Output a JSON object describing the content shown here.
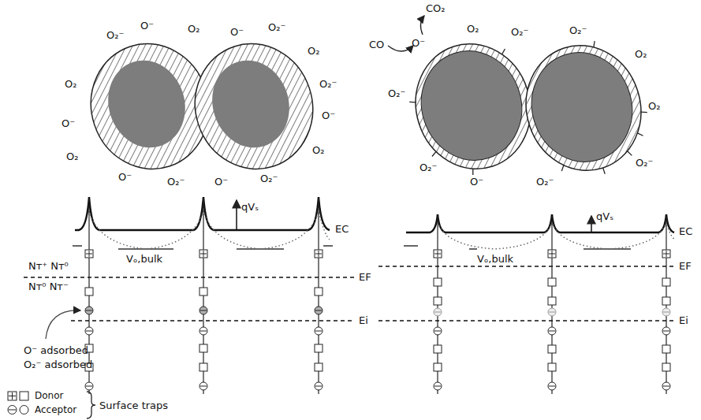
{
  "diagram": {
    "labels": [
      "O₂⁻",
      "O⁻",
      "O₂",
      "O⁻",
      "O₂⁻",
      "O₂",
      "O₂⁻",
      "O⁻",
      "O₂",
      "O₂⁻",
      "O⁻",
      "O₂⁻",
      "O⁻",
      "O₂",
      "O⁻",
      "O₂",
      "CO",
      "CO₂",
      "O⁻",
      "O₂",
      "O₂⁻",
      "O₂⁻",
      "O₂",
      "O₂⁻",
      "O₂⁻",
      "O⁻",
      "O₂⁻",
      "O₂⁻",
      "O₂",
      "EC",
      "qVₛ",
      "Vₒ,bulk",
      "Nᴛ⁺ Nᴛ⁰",
      "Nᴛ⁰ Nᴛ⁻",
      "EF",
      "O⁻ adsorbed",
      "O₂⁻ adsorbed",
      "Ei",
      "EC",
      "qVₛ",
      "Vₒ,bulk",
      "EF",
      "Ei",
      "Surface traps"
    ],
    "legend": [
      {
        "text": "Donor"
      },
      {
        "text": "Acceptor"
      }
    ]
  }
}
